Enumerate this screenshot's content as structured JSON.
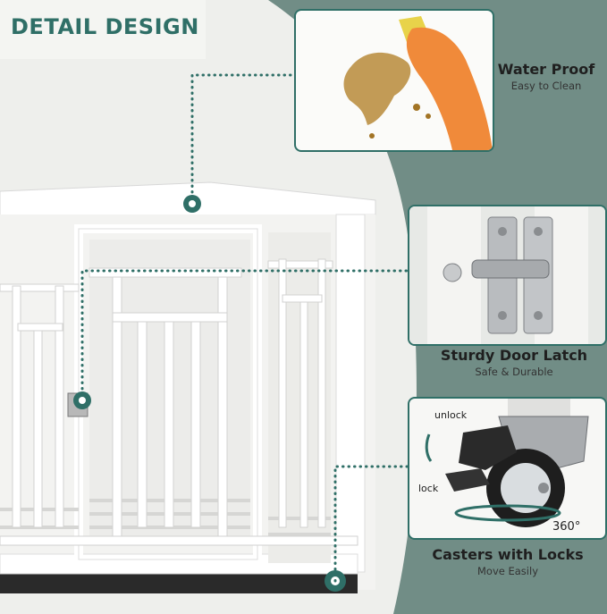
{
  "header": {
    "title": "DETAIL DESIGN"
  },
  "colors": {
    "brand_green": "#2f6f67",
    "background_green": "#718d86",
    "light_bg": "#eeefec"
  },
  "features": [
    {
      "title": "Water Proof",
      "subtitle": "Easy to Clean",
      "icon": "sponge-cleaning-icon"
    },
    {
      "title": "Sturdy Door Latch",
      "subtitle": "Safe & Durable",
      "icon": "latch-icon"
    },
    {
      "title": "Casters with Locks",
      "subtitle": "Move Easily",
      "icon": "caster-wheel-icon"
    }
  ],
  "caster_labels": {
    "unlock": "unlock",
    "lock": "lock",
    "rotation": "360°"
  }
}
